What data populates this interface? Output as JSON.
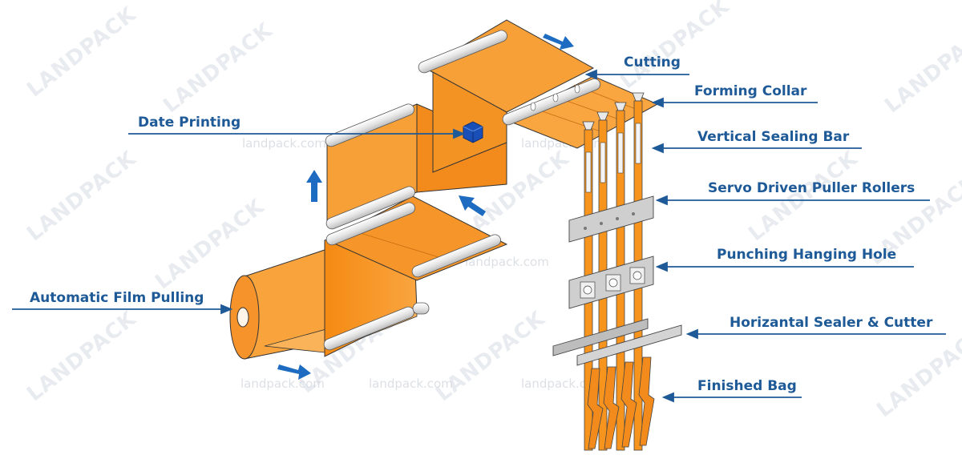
{
  "watermark": {
    "brand": "LANDPACK",
    "site": "landpack.com"
  },
  "labels": {
    "cutting": "Cutting",
    "forming_collar": "Forming Collar",
    "date_printing": "Date Printing",
    "vertical_sealing_bar": "Vertical Sealing Bar",
    "servo_rollers": "Servo Driven Puller Rollers",
    "punching_hole": "Punching Hanging Hole",
    "auto_film_pulling": "Automatic Film Pulling",
    "horizontal_sealer": "Horizantal Sealer & Cutter",
    "finished_bag": "Finished Bag"
  },
  "colors": {
    "film": "#f7941d",
    "film_dark": "#e07d10",
    "film_light": "#fbb35a",
    "label": "#1e5a97",
    "arrow": "#1d6cc1",
    "roller": "#e9e9e9",
    "print_head": "#1a4fb8"
  }
}
